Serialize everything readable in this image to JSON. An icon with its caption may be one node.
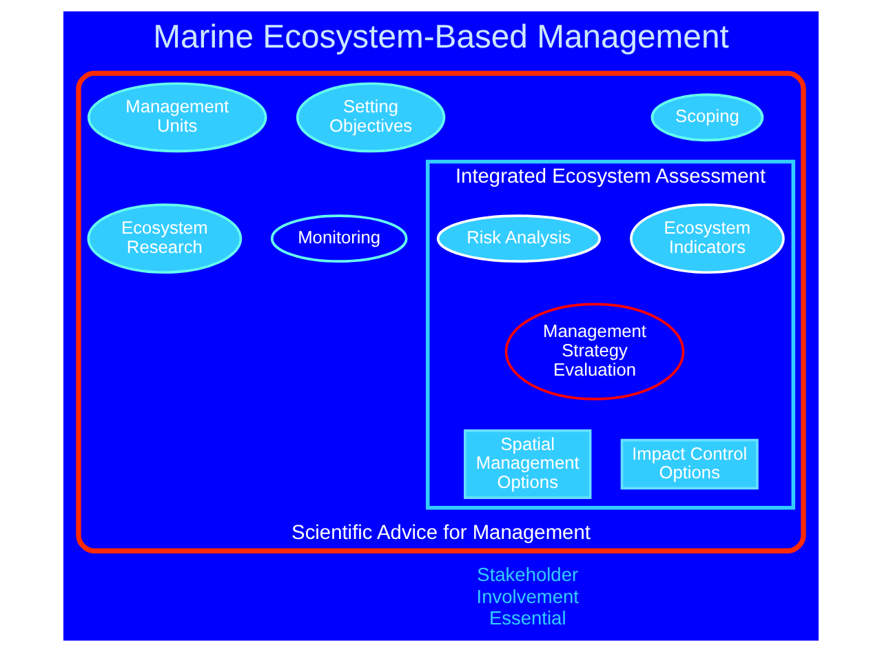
{
  "diagram": {
    "title": "Marine Ecosystem-Based Management",
    "nodes": [
      {
        "text": [
          "Scientific Advice for Management"
        ]
      },
      {
        "text": [
          "Scoping"
        ],
        "in": 0
      },
      {
        "text": [
          "Setting Objectives"
        ],
        "in": 0
      },
      {
        "text": [
          "Management Units"
        ],
        "in": 0
      },
      {
        "text": [
          "Integrated Ecosystem Assessment"
        ],
        "in": 0
      },
      {
        "text": [
          "Ecosystem Indicators"
        ],
        "in": 4
      },
      {
        "text": [
          "Risk Analysis"
        ],
        "in": 4
      },
      {
        "text": [
          "Monitoring"
        ],
        "in": 0
      },
      {
        "text": [
          "Management Strategy Evaluation"
        ],
        "in": 4
      },
      {
        "text": [
          "Ecosystem Research"
        ],
        "in": 0
      },
      {
        "text": [
          "Spatial Management Options"
        ],
        "in": 4
      },
      {
        "text": [
          "Impact Control Options"
        ],
        "in": 4
      }
    ],
    "edges": [],
    "labels": [
      "Stakeholder Involvement Essential"
    ]
  }
}
